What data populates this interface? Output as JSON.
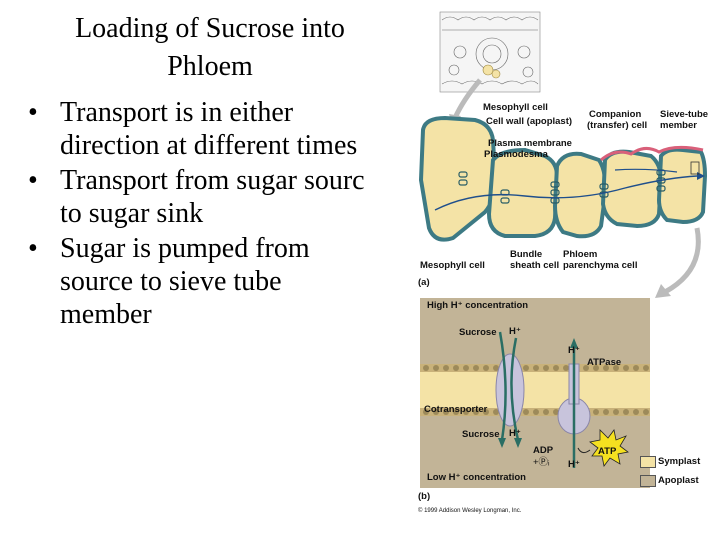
{
  "slide": {
    "title": "Loading of Sucrose into Phloem",
    "bullets": [
      "Transport is in either direction at different times",
      "Transport from sugar sourc to sugar sink",
      "Sugar is pumped from source to sieve tube member"
    ],
    "bullet_lines": [
      [
        "Transport is in either",
        "direction at different times"
      ],
      [
        "Transport from sugar sourc",
        "to sugar sink"
      ],
      [
        "Sugar is pumped from",
        "source to sieve tube",
        "member"
      ]
    ]
  },
  "figure_a": {
    "panel_label": "(a)",
    "labels": {
      "mesophyll_cell_top": "Mesophyll cell",
      "cell_wall": "Cell wall (apoplast)",
      "plasma_membrane": "Plasma membrane",
      "plasmodesma": "Plasmodesma",
      "companion_cell_1": "Companion",
      "companion_cell_2": "(transfer) cell",
      "sieve_tube_1": "Sieve-tube",
      "sieve_tube_2": "member",
      "mesophyll_cell_bottom": "Mesophyll cell",
      "bundle_sheath_1": "Bundle",
      "bundle_sheath_2": "sheath cell",
      "phloem_parenchyma_1": "Phloem",
      "phloem_parenchyma_2": "parenchyma cell"
    }
  },
  "figure_b": {
    "panel_label": "(b)",
    "labels": {
      "high_h": "High H⁺ concentration",
      "sucrose_top": "Sucrose",
      "h_top": "H⁺",
      "h_atpase": "H⁺",
      "atpase": "ATPase",
      "cotransporter": "Cotransporter",
      "sucrose_bottom": "Sucrose",
      "h_bottom": "H⁺",
      "adp": "ADP",
      "pi": "+Ⓟᵢ",
      "atp": "ATP",
      "h_low": "H⁺",
      "low_h": "Low H⁺ concentration"
    },
    "legend": [
      {
        "label": "Symplast",
        "color": "#f4e3a6"
      },
      {
        "label": "Apoplast",
        "color": "#c2b497"
      }
    ],
    "copyright": "© 1999 Addison Wesley Longman, Inc."
  }
}
